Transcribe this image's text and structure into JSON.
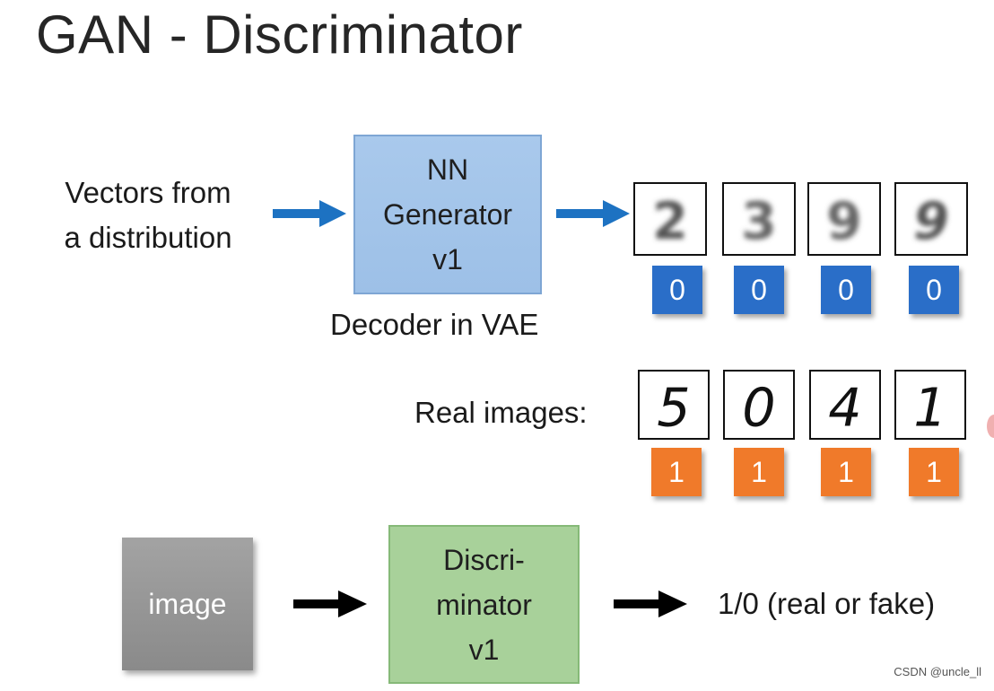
{
  "title": "GAN - Discriminator",
  "generator_section": {
    "input_label_line1": "Vectors from",
    "input_label_line2": "a distribution",
    "generator_box": [
      "NN",
      "Generator",
      "v1"
    ],
    "decoder_label": "Decoder in VAE",
    "generated_digits": [
      "2",
      "3",
      "9",
      "9"
    ],
    "generated_labels": [
      "0",
      "0",
      "0",
      "0"
    ],
    "fake_badge_color": "#2a6ec8"
  },
  "real_section": {
    "label": "Real images:",
    "real_digits": [
      "5",
      "0",
      "4",
      "1"
    ],
    "real_labels": [
      "1",
      "1",
      "1",
      "1"
    ],
    "real_badge_color": "#f07a2a"
  },
  "discriminator_section": {
    "image_box_label": "image",
    "discriminator_box": [
      "Discri-",
      "minator",
      "v1"
    ],
    "output_label": "1/0  (real or fake)"
  },
  "watermark": "CSDN @uncle_ll"
}
